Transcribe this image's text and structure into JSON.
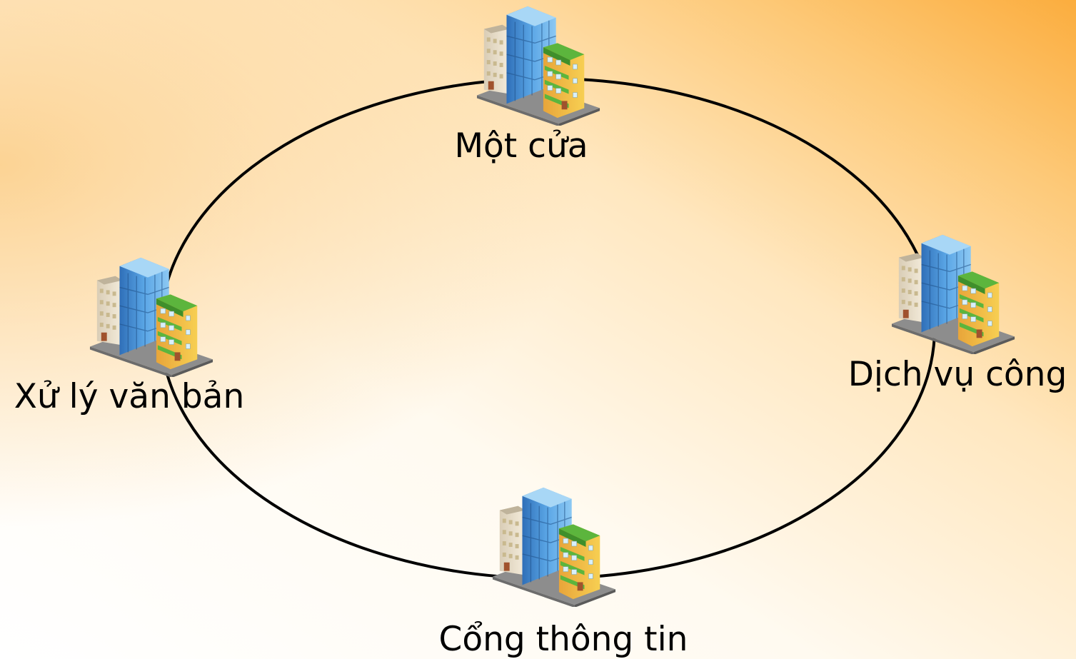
{
  "diagram": {
    "nodes": [
      {
        "id": "mot-cua",
        "label": "Một cửa",
        "icon": "office-buildings-icon"
      },
      {
        "id": "dich-vu-cong",
        "label": "Dịch vụ công",
        "icon": "office-buildings-icon"
      },
      {
        "id": "cong-thong-tin",
        "label": "Cổng thông tin",
        "icon": "office-buildings-icon"
      },
      {
        "id": "xu-ly-van-ban",
        "label": "Xử lý văn bản",
        "icon": "office-buildings-icon"
      }
    ],
    "connector": "ring"
  },
  "colors": {
    "background_light": "#fffdf8",
    "background_warm": "#fbb64a",
    "ring_stroke": "#000000",
    "label_text": "#000000",
    "glass_building": "#4f95d6",
    "green_roof": "#5cb53d",
    "facade_yellow": "#f5c742",
    "base_gray": "#8a8a8a"
  }
}
